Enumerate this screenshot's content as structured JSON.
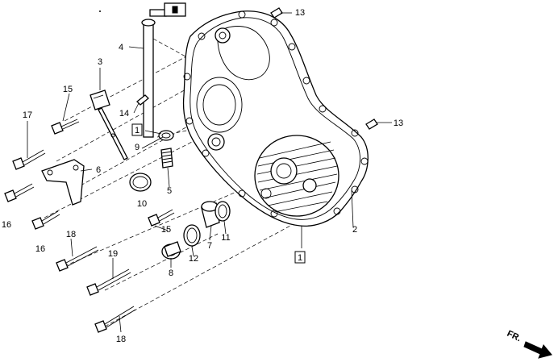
{
  "callouts": {
    "c1": "1",
    "c2": "2",
    "c3": "3",
    "c4": "4",
    "c5": "5",
    "c6": "6",
    "c7": "7",
    "c8": "8",
    "c9": "9",
    "c10": "10",
    "c11": "11",
    "c12": "12",
    "c13a": "13",
    "c13b": "13",
    "c14": "14",
    "c15a": "15",
    "c15b": "15",
    "c16a": "16",
    "c16b": "16",
    "c17": "17",
    "c18a": "18",
    "c18b": "18",
    "c19": "19",
    "box1a": "1",
    "box1b": "1"
  },
  "direction": {
    "label": "FR."
  }
}
